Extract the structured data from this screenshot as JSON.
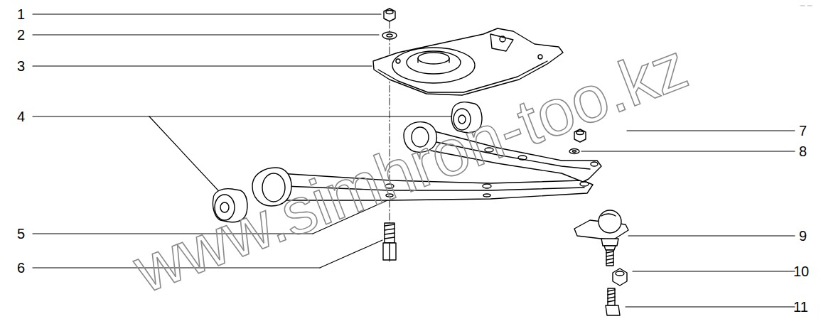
{
  "diagram": {
    "labels": [
      "1",
      "2",
      "3",
      "4",
      "5",
      "6",
      "7",
      "8",
      "9",
      "10",
      "11",
      "www.simhron-too.kz"
    ]
  }
}
